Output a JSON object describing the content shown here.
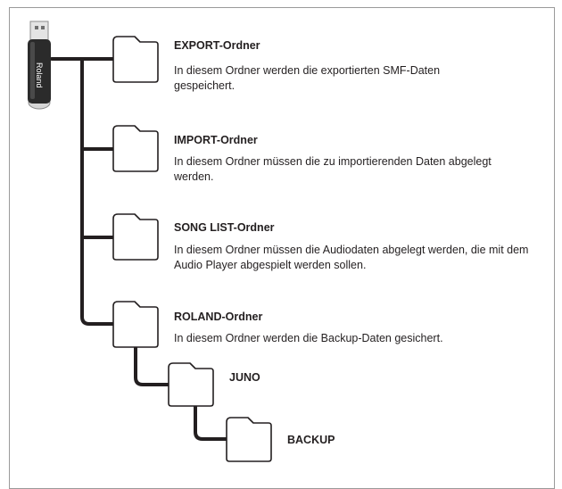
{
  "device": {
    "brand": "Roland",
    "icon": "usb-flash-drive-icon"
  },
  "folders": [
    {
      "id": "export",
      "title": "EXPORT-Ordner",
      "description": "In diesem Ordner werden die exportierten SMF-Daten gespeichert."
    },
    {
      "id": "import",
      "title": "IMPORT-Ordner",
      "description": "In diesem Ordner müssen die zu importierenden Daten abgelegt werden."
    },
    {
      "id": "songlist",
      "title": "SONG LIST-Ordner",
      "description": "In diesem Ordner müssen die Audiodaten abgelegt werden, die mit dem Audio Player abgespielt werden sollen."
    },
    {
      "id": "roland",
      "title": "ROLAND-Ordner",
      "description": "In diesem Ordner werden die Backup-Daten gesichert."
    },
    {
      "id": "juno",
      "title": "JUNO"
    },
    {
      "id": "backup",
      "title": "BACKUP"
    }
  ],
  "colors": {
    "line": "#231f20",
    "frame": "#9a9a9a",
    "drive_body": "#2b2b2b"
  }
}
